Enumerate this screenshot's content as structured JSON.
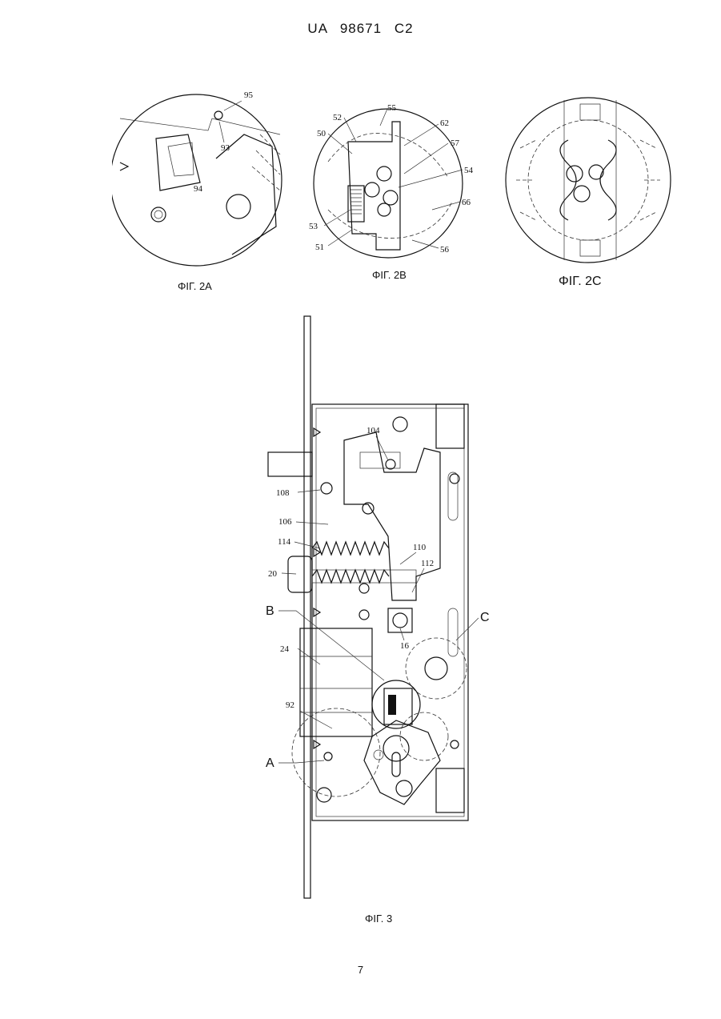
{
  "header": {
    "patent": "UA   98671   C2"
  },
  "figures": {
    "fig2a": {
      "caption": "ΦΙΓ. 2А",
      "labels": [
        "95",
        "93",
        "94"
      ]
    },
    "fig2b": {
      "caption": "ΦΙΓ. 2В",
      "labels": [
        "55",
        "52",
        "50",
        "62",
        "57",
        "54",
        "66",
        "53",
        "51",
        "56"
      ]
    },
    "fig2c": {
      "caption": "ΦΙΓ. 2С"
    },
    "fig3": {
      "caption": "ΦΙΓ. 3",
      "labels": [
        "104",
        "108",
        "106",
        "114",
        "110",
        "112",
        "20",
        "16",
        "24",
        "92"
      ],
      "letters": [
        "B",
        "C",
        "A"
      ]
    }
  },
  "footer": {
    "page_number": "7"
  }
}
